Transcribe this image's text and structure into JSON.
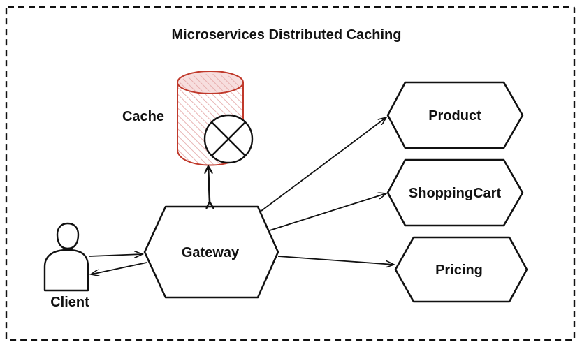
{
  "title": "Microservices Distributed Caching",
  "nodes": {
    "cache": {
      "label": "Cache",
      "icon": "database-cylinder-icon",
      "color": "#c0392b"
    },
    "client": {
      "label": "Client",
      "icon": "user-icon"
    },
    "gateway": {
      "label": "Gateway"
    },
    "product": {
      "label": "Product"
    },
    "shopping_cart": {
      "label": "ShoppingCart"
    },
    "pricing": {
      "label": "Pricing"
    }
  },
  "edges": [
    {
      "from": "client",
      "to": "gateway"
    },
    {
      "from": "gateway",
      "to": "client"
    },
    {
      "from": "gateway",
      "to": "cache",
      "bidirectional": true
    },
    {
      "from": "gateway",
      "to": "product"
    },
    {
      "from": "gateway",
      "to": "shopping_cart"
    },
    {
      "from": "gateway",
      "to": "pricing"
    }
  ]
}
